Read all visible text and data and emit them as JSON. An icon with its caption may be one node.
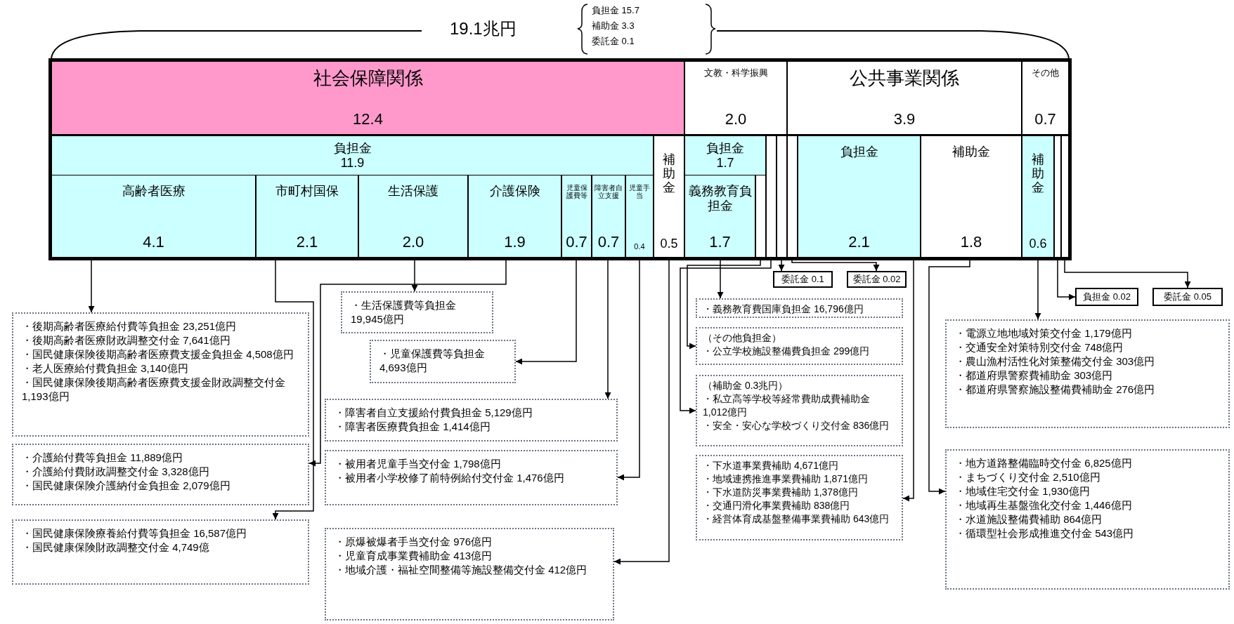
{
  "diagram": {
    "nodes": [
      {
        "text": [
          "社会保障関係",
          "12.4"
        ]
      },
      {
        "text": [
          "文教・科学振興",
          "2.0"
        ]
      },
      {
        "text": [
          "公共事業関係",
          "3.9"
        ]
      },
      {
        "text": [
          "その他",
          "0.7"
        ]
      },
      {
        "text": [
          "負担金",
          "11.9"
        ]
      },
      {
        "text": [
          "高齢者医療",
          "4.1"
        ],
        "in": 4
      },
      {
        "text": [
          "市町村国保",
          "2.1"
        ],
        "in": 4
      },
      {
        "text": [
          "生活保護",
          "2.0"
        ],
        "in": 4
      },
      {
        "text": [
          "介護保険",
          "1.9"
        ],
        "in": 4
      },
      {
        "text": [
          "児童保護費等",
          "0.7"
        ],
        "in": 4
      },
      {
        "text": [
          "障害者自立支援",
          "0.7"
        ],
        "in": 4
      },
      {
        "text": [
          "児童手当",
          "0.4"
        ],
        "in": 4
      },
      {
        "text": [
          "補助金",
          "0.5"
        ]
      },
      {
        "text": [
          "負担金",
          "1.7"
        ]
      },
      {
        "text": [
          "義務教育負担金",
          "1.7"
        ],
        "in": 13
      },
      {
        "text": [],
        "shape": "bar",
        "in": 13
      },
      {
        "text": [],
        "shape": "bar"
      },
      {
        "text": [],
        "shape": "bar"
      },
      {
        "text": [],
        "shape": "bar"
      },
      {
        "text": [
          "負担金",
          "2.1"
        ]
      },
      {
        "text": [
          "補助金",
          "1.8"
        ]
      },
      {
        "text": [
          "補助金",
          "0.6"
        ]
      },
      {
        "text": [],
        "shape": "bar"
      },
      {
        "text": [],
        "shape": "bar"
      },
      {
        "text": [
          "委託金 0.1"
        ]
      },
      {
        "text": [
          "委託金 0.02"
        ]
      },
      {
        "text": [
          "負担金 0.02"
        ]
      },
      {
        "text": [
          "委託金 0.05"
        ]
      },
      {
        "text": [
          "・後期高齢者医療給付費等負担金 23,251億円",
          "・後期高齢者医療財政調整交付金 7,641億円",
          "・国民健康保険後期高齢者医療費支援金負担金 4,508億円",
          "・老人医療給付費負担金 3,140億円",
          "・国民健康保険後期高齢者医療費支援金財政調整交付金 1,193億円"
        ]
      },
      {
        "text": [
          "・介護給付費等負担金 11,889億円",
          "・介護給付費財政調整交付金 3,328億円",
          "・国民健康保険介護納付金負担金 2,079億円"
        ]
      },
      {
        "text": [
          "・国民健康保険療養給付費等負担金 16,587億円",
          "・国民健康保険財政調整交付金 4,749億"
        ]
      },
      {
        "text": [
          "・生活保護費等負担金 19,945億円"
        ]
      },
      {
        "text": [
          "・児童保護費等負担金 4,693億円"
        ]
      },
      {
        "text": [
          "・障害者自立支援給付費負担金 5,129億円",
          "・障害者医療費負担金 1,414億円"
        ]
      },
      {
        "text": [
          "・被用者児童手当交付金 1,798億円",
          "・被用者小学校修了前特例給付交付金 1,476億円"
        ]
      },
      {
        "text": [
          "・原爆被爆者手当交付金 976億円",
          "・児童育成事業費補助金 413億円",
          "・地域介護・福祉空間整備等施設整備交付金 412億円"
        ]
      },
      {
        "text": [
          "・義務教育費国庫負担金 16,796億円"
        ]
      },
      {
        "text": [
          "（その他負担金）",
          "・公立学校施設整備費負担金 299億円"
        ]
      },
      {
        "text": [
          "（補助金 0.3兆円）",
          "・私立高等学校等経常費助成費補助金 1,012億円",
          "・安全・安心な学校づくり交付金 836億円"
        ]
      },
      {
        "text": [
          "・下水道事業費補助 4,671億円",
          "・地域連携推進事業費補助 1,871億円",
          "・下水道防災事業費補助 1,378億円",
          "・交通円滑化事業費補助 838億円",
          "・経営体育成基盤整備事業費補助 643億円"
        ]
      },
      {
        "text": [
          "・電源立地地域対策交付金 1,179億円",
          "・交通安全対策特別交付金 748億円",
          "・農山漁村活性化対策整備交付金 303億円",
          "・都道府県警察費補助金 303億円",
          "・都道府県警察施設整備費補助金 276億円"
        ]
      },
      {
        "text": [
          "・地方道路整備臨時交付金 6,825億円",
          "・まちづくり交付金 2,510億円",
          "・地域住宅交付金 1,930億円",
          "・地域再生基盤強化交付金 1,446億円",
          "・水道施設整備費補助 864億円",
          "・循環型社会形成推進交付金 543億円"
        ]
      }
    ],
    "edges": [
      {
        "from": 5,
        "to": 28,
        "arrow": "to"
      },
      {
        "from": 6,
        "to": 30,
        "arrow": "to"
      },
      {
        "from": 7,
        "to": 31,
        "arrow": "to"
      },
      {
        "from": 8,
        "to": 29,
        "arrow": "to"
      },
      {
        "from": 9,
        "to": 32,
        "arrow": "to"
      },
      {
        "from": 10,
        "to": 33,
        "arrow": "to"
      },
      {
        "from": 11,
        "to": 34,
        "arrow": "to"
      },
      {
        "from": 12,
        "to": 35,
        "arrow": "to"
      },
      {
        "from": 14,
        "to": 36,
        "arrow": "to"
      },
      {
        "from": 17,
        "to": 24,
        "arrow": "to"
      },
      {
        "from": 15,
        "to": 37,
        "arrow": "to"
      },
      {
        "from": 16,
        "to": 38,
        "arrow": "to"
      },
      {
        "from": 18,
        "to": 25,
        "arrow": "to"
      },
      {
        "from": 19,
        "to": 39,
        "arrow": "to"
      },
      {
        "from": 20,
        "to": 41,
        "arrow": "to"
      },
      {
        "from": 21,
        "to": 40,
        "arrow": "to"
      },
      {
        "from": 22,
        "to": 26,
        "arrow": "to"
      },
      {
        "from": 23,
        "to": 27,
        "arrow": "to"
      }
    ],
    "labels": [
      "19.1兆円",
      "負担金 15.7",
      "補助金 3.3",
      "委託金 0.1"
    ]
  }
}
